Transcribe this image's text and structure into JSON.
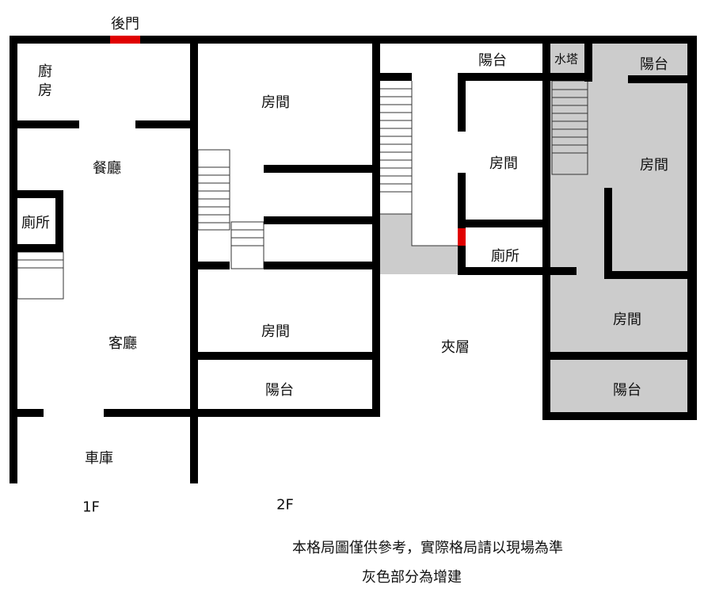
{
  "colors": {
    "wall": "#000000",
    "door": "#e00000",
    "addition": "#cccccc"
  },
  "labels": {
    "back_door": "後門",
    "kitchen": "廚房",
    "dining": "餐廳",
    "toilet_1f": "廁所",
    "living": "客廳",
    "garage": "車庫",
    "room_2f_a": "房間",
    "room_2f_b": "房間",
    "balcony_2f": "陽台",
    "balcony_m": "陽台",
    "room_m": "房間",
    "toilet_m": "廁所",
    "mezzanine": "夾層",
    "water_tower": "水塔",
    "balcony_ext_top": "陽台",
    "room_ext_a": "房間",
    "room_ext_b": "房間",
    "balcony_ext_bottom": "陽台",
    "floor_1": "1F",
    "floor_2": "2F"
  },
  "notes": {
    "disclaimer": "本格局圖僅供參考，實際格局請以現場為準",
    "gray_note": "灰色部分為增建"
  }
}
